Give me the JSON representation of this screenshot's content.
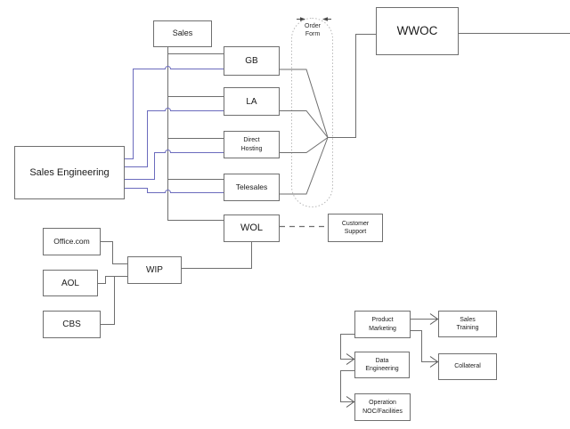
{
  "diagram": {
    "nodes": {
      "sales": {
        "label": "Sales"
      },
      "gb": {
        "label": "GB"
      },
      "la": {
        "label": "LA"
      },
      "direct_hosting": {
        "label": "Direct\nHosting"
      },
      "telesales": {
        "label": "Telesales"
      },
      "sales_engineering": {
        "label": "Sales Engineering"
      },
      "wwoc": {
        "label": "WWOC"
      },
      "wol": {
        "label": "WOL"
      },
      "customer_support": {
        "label": "Customer\nSupport"
      },
      "office_com": {
        "label": "Office.com"
      },
      "aol": {
        "label": "AOL"
      },
      "cbs": {
        "label": "CBS"
      },
      "wip": {
        "label": "WIP"
      },
      "product_marketing": {
        "label": "Product\nMarketing"
      },
      "sales_training": {
        "label": "Sales\nTraining"
      },
      "collateral": {
        "label": "Collateral"
      },
      "data_engineering": {
        "label": "Data\nEngineering"
      },
      "operation_noc": {
        "label": "Operation\nNOC/Facilities"
      }
    },
    "annotation": {
      "order_form": {
        "label": "Order\nForm"
      }
    },
    "edges": [
      {
        "from": "Sales",
        "to": "GB",
        "style": "solid"
      },
      {
        "from": "Sales",
        "to": "LA",
        "style": "solid"
      },
      {
        "from": "Sales",
        "to": "Direct Hosting",
        "style": "solid"
      },
      {
        "from": "Sales",
        "to": "Telesales",
        "style": "solid"
      },
      {
        "from": "Sales",
        "to": "WOL",
        "style": "solid"
      },
      {
        "from": "Sales Engineering",
        "to": "GB",
        "style": "solid",
        "color": "blue"
      },
      {
        "from": "Sales Engineering",
        "to": "LA",
        "style": "solid",
        "color": "blue"
      },
      {
        "from": "Sales Engineering",
        "to": "Direct Hosting",
        "style": "solid",
        "color": "blue"
      },
      {
        "from": "Sales Engineering",
        "to": "Telesales",
        "style": "solid",
        "color": "blue"
      },
      {
        "from": "GB",
        "to": "WWOC",
        "style": "solid",
        "via": "Order Form"
      },
      {
        "from": "LA",
        "to": "WWOC",
        "style": "solid",
        "via": "Order Form"
      },
      {
        "from": "Direct Hosting",
        "to": "WWOC",
        "style": "solid",
        "via": "Order Form"
      },
      {
        "from": "Telesales",
        "to": "WWOC",
        "style": "solid",
        "via": "Order Form"
      },
      {
        "from": "WWOC",
        "to": "(right edge)",
        "style": "solid"
      },
      {
        "from": "WOL",
        "to": "Customer Support",
        "style": "dashed"
      },
      {
        "from": "WOL",
        "to": "WIP",
        "style": "solid"
      },
      {
        "from": "Office.com",
        "to": "WIP",
        "style": "solid"
      },
      {
        "from": "AOL",
        "to": "WIP",
        "style": "solid"
      },
      {
        "from": "CBS",
        "to": "WIP",
        "style": "solid"
      },
      {
        "from": "Product Marketing",
        "to": "Sales Training",
        "style": "arrow"
      },
      {
        "from": "Product Marketing",
        "to": "Collateral",
        "style": "arrow"
      },
      {
        "from": "Product Marketing",
        "to": "Data Engineering",
        "style": "arrow"
      },
      {
        "from": "Data Engineering",
        "to": "Operation NOC/Facilities",
        "style": "arrow"
      }
    ],
    "colors": {
      "background": "#ffffff",
      "box_border": "#6f6f6f",
      "connector": "#6e6e6e",
      "secondary_connector": "#6b6bbd",
      "dotted_boundary": "#b8b8b8",
      "text": "#1a1a1a"
    }
  }
}
